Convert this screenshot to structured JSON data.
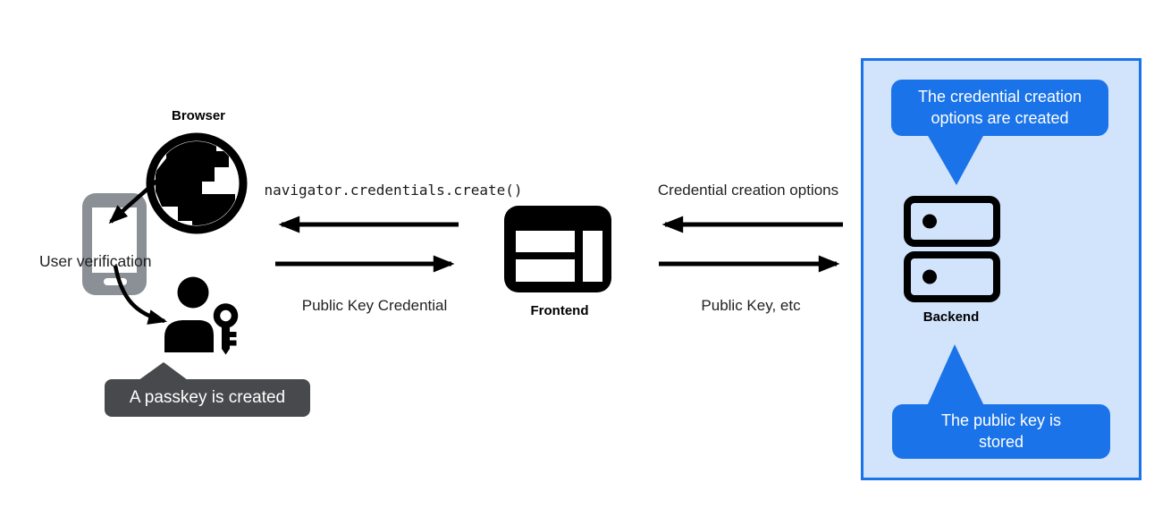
{
  "nodes": {
    "browser": {
      "label": "Browser"
    },
    "user_verification": {
      "label": "User verification"
    },
    "frontend": {
      "label": "Frontend"
    },
    "backend": {
      "label": "Backend"
    }
  },
  "flows": {
    "create_call": "navigator.credentials.create()",
    "public_key_credential": "Public Key Credential",
    "credential_creation_options": "Credential creation options",
    "public_key_etc": "Public Key, etc"
  },
  "callouts": {
    "passkey_created": "A passkey is created",
    "options_created": "The credential creation options are created",
    "public_key_stored": "The public key is stored"
  },
  "icons": {
    "browser": "globe-icon",
    "authenticator": "phone-icon",
    "user": "person-key-icon",
    "frontend": "browser-window-icon",
    "backend": "server-stack-icon"
  },
  "colors": {
    "accent_blue": "#1a73e8",
    "panel_fill": "#d2e3fc",
    "tooltip_gray": "#47494c",
    "phone_gray": "#8a9096",
    "ink": "#000000"
  }
}
